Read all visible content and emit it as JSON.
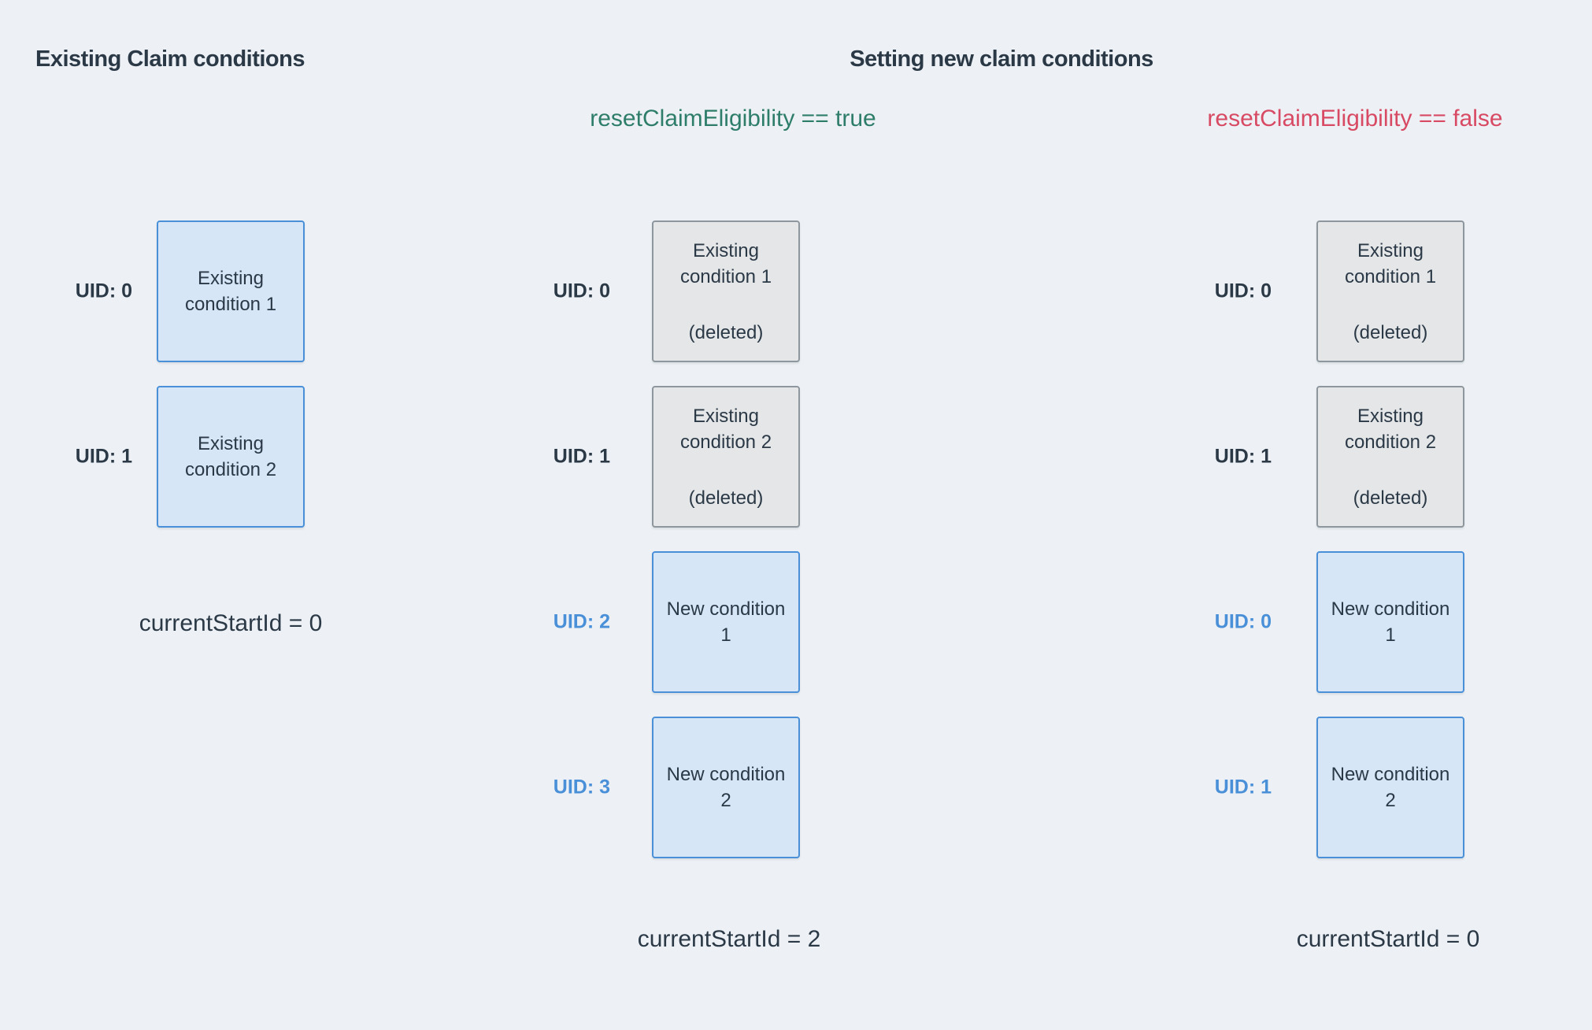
{
  "titles": {
    "left": "Existing Claim conditions",
    "right": "Setting new claim conditions"
  },
  "subtitles": {
    "reset_true": "resetClaimEligibility == true",
    "reset_false": "resetClaimEligibility == false"
  },
  "colors": {
    "background": "#edf1f5",
    "text_dark": "#2b3947",
    "accent_blue": "#4a90d8",
    "box_blue_fill": "#d6e6f7",
    "box_gray_fill": "#e4e6e8",
    "box_gray_border": "#8f979e",
    "green_true": "#2e7d6b",
    "red_false": "#d84a63"
  },
  "columns": [
    {
      "name": "existing-claim-conditions",
      "rows": [
        {
          "uid": "UID: 0",
          "uid_style": "dark",
          "box_style": "blue",
          "lines": [
            "Existing",
            "condition 1"
          ]
        },
        {
          "uid": "UID: 1",
          "uid_style": "dark",
          "box_style": "blue",
          "lines": [
            "Existing",
            "condition 2"
          ]
        }
      ],
      "footer": "currentStartId = 0"
    },
    {
      "name": "reset-claim-eligibility-true",
      "rows": [
        {
          "uid": "UID: 0",
          "uid_style": "dark",
          "box_style": "gray",
          "lines": [
            "Existing",
            "condition 1"
          ],
          "deleted": "(deleted)"
        },
        {
          "uid": "UID: 1",
          "uid_style": "dark",
          "box_style": "gray",
          "lines": [
            "Existing",
            "condition 2"
          ],
          "deleted": "(deleted)"
        },
        {
          "uid": "UID: 2",
          "uid_style": "blue",
          "box_style": "blue",
          "lines": [
            "New condition",
            "1"
          ]
        },
        {
          "uid": "UID: 3",
          "uid_style": "blue",
          "box_style": "blue",
          "lines": [
            "New condition",
            "2"
          ]
        }
      ],
      "footer": "currentStartId = 2"
    },
    {
      "name": "reset-claim-eligibility-false",
      "rows": [
        {
          "uid": "UID: 0",
          "uid_style": "dark",
          "box_style": "gray",
          "lines": [
            "Existing",
            "condition 1"
          ],
          "deleted": "(deleted)"
        },
        {
          "uid": "UID: 1",
          "uid_style": "dark",
          "box_style": "gray",
          "lines": [
            "Existing",
            "condition 2"
          ],
          "deleted": "(deleted)"
        },
        {
          "uid": "UID: 0",
          "uid_style": "blue",
          "box_style": "blue",
          "lines": [
            "New condition",
            "1"
          ]
        },
        {
          "uid": "UID: 1",
          "uid_style": "blue",
          "box_style": "blue",
          "lines": [
            "New condition",
            "2"
          ]
        }
      ],
      "footer": "currentStartId = 0"
    }
  ]
}
